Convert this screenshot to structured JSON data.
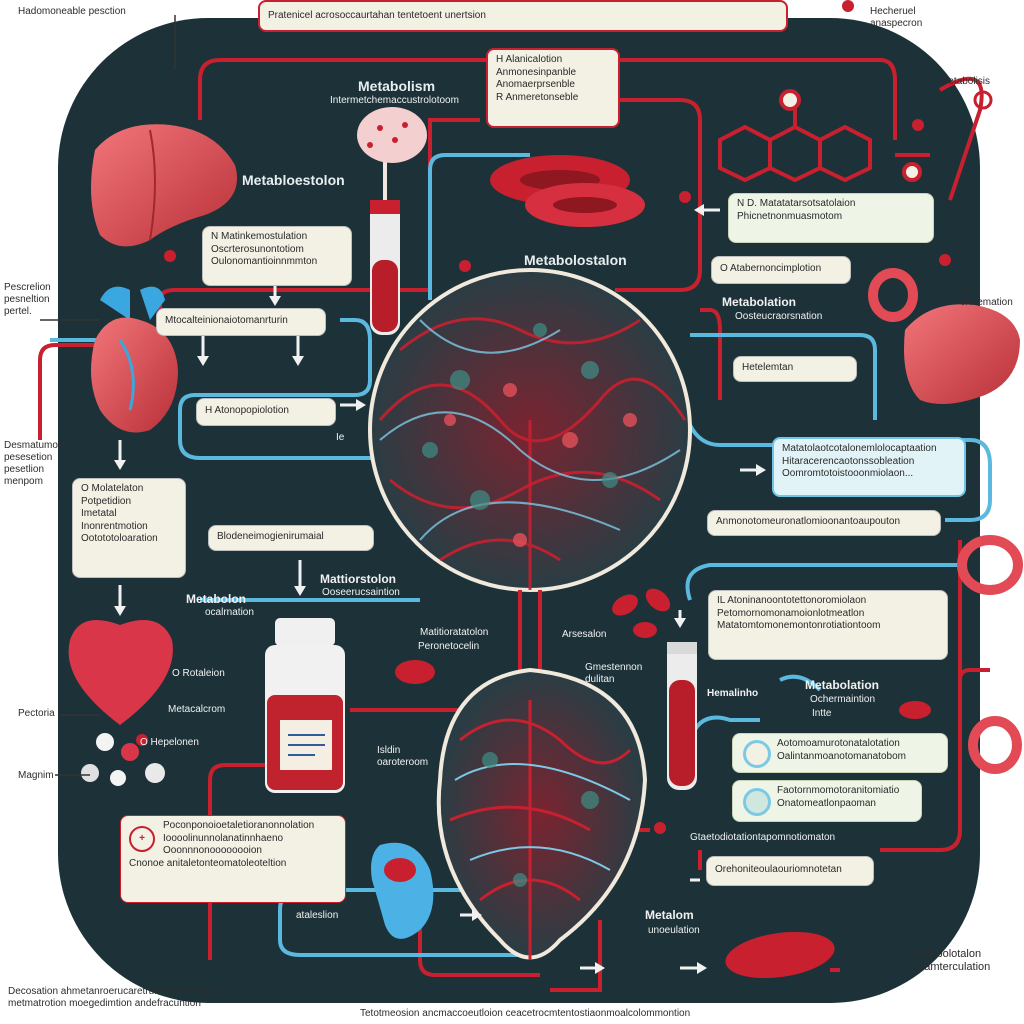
{
  "labels": {
    "top_left": "Hadomoneable pesction",
    "top_banner": "Pratenicel acrosoccaurtahan tentetoent unertsion",
    "top_right": "Hecheruel anaspecron",
    "metabolites_right": "Metabolisis",
    "metabolism_top": "Metabolism",
    "metabolism_top_sub": "Intermetchemaccustrolotoom",
    "methylation_left": "Metabloestolon",
    "center_title": "Metabolostalon",
    "left_parathion": "Pescrelion pesneltion pertel.",
    "left_derivative": "Desmatumon pesesetion pesetlion menpom",
    "middle_right": "Metabolation",
    "middle_right_sub": "Oosteucraorsnation",
    "right_hemo": "Hemalinho",
    "right_blood_ref": "im onrtemation",
    "letter_l": "Ie",
    "mid_left": "Mattiorstolon",
    "mid_left_sub": "Ooseerucsaintion",
    "mid_center": "Matitioratatolon",
    "mid_center_sub": "Peronetocelin",
    "acylation": "Arsesalon",
    "acylation_sub": "Gmestennon dulitan",
    "left_metabolism": "Metabolon",
    "left_metabolism_sub": "ocalrnation",
    "left_fedelin": "O Rotaleion",
    "left_measurement": "Metacalcrom",
    "right_metabolon": "Metabolation",
    "right_metabolon_sub": "Ochermaintion",
    "right_metabolon_sub2": "Intte",
    "left_fructa": "Pectoria",
    "left_magnesium": "Magnim",
    "left_hepatic": "O Hepelonen",
    "vial_label": "Isldin oaroteroom",
    "bottom_metabolon": "Metalom",
    "bottom_metabolon_sub": "unoeulation",
    "bottom_extra": "ataleslion",
    "bottom_right": "Metabolotalon anamterculation",
    "bottom_center_box": "Orehoniteoulaouriomnotetan",
    "bottom_center_small": "Gtaetodiotationtapomnotiomaton",
    "footer_left": "Decosation ahmetanroerucaretrunthun pescttion metmatrotion moegedimtion andefracuntion",
    "footer_center": "Tetotmeosion ancmaccoeutloion ceacetrocmtentostiaonmoalcolommontion"
  },
  "boxes": {
    "top_hydroxylation": [
      "H Alanicalotion",
      "Anmonesinpanble",
      "Anomaerprsenble",
      "R Anmeretonseble"
    ],
    "methyl_box": [
      "N Matinkemostulation",
      "Oscrterosunontotiom",
      "Oulonomantioinnmmton"
    ],
    "left_mid_box": "Mtocalteinionaiotomanrturin",
    "hydroxylation_box": "H Atonopopiolotion",
    "left_oxidation_box": [
      "O Molatelaton",
      "Potpetidion",
      "Imetatal",
      "Inonrentmotion",
      "Ootototoloaration"
    ],
    "hepatic_box": "Blodeneimogienirumaial",
    "methyl_right_box": [
      "N D. Matatatarsotsatolaion",
      "Phicnetnonmuasmotom"
    ],
    "oxidation_right_box": "O Atabernoncimplotion",
    "hematology_box": "Hetelemtan",
    "blue_box": [
      "Matatolaotcotalonemlolocaptaation",
      "Hitaracerencaotonssobleation",
      "Oomromtotoistooonmiolaon..."
    ],
    "long_box": "Anmonotomeuronatlomioonantoaupouton",
    "l_box": [
      "IL Atoninanoontotettonoromiolaon",
      "Petomornomonamoionlotmeatlon",
      "Matatomtomonemontonrotiationtoom"
    ],
    "green_box_1": [
      "Aotomoamurotonatalotation",
      "Oalintanmoanotomanatobom"
    ],
    "green_box_2": [
      "Faotornmomotoranitomiatio",
      "Onatomeatlonpaoman"
    ],
    "bottom_left_box": [
      "Poconponoioetaletioranonnolation",
      "Ioooolinunnolanatinnhaeno",
      "Ooonnnonoooooooion",
      "Cnonoe anitaletonteomatoleoteltion"
    ]
  },
  "icons": [
    "liver-icon",
    "heart-icon",
    "red-blood-cell-icon",
    "test-tube-icon",
    "vial-icon",
    "molecule-icon",
    "kidney-icon",
    "arrow-icon"
  ],
  "colors": {
    "background": "#1d3238",
    "artery": "#c8202f",
    "vein": "#5bb9df",
    "paper": "#f3f0e4",
    "organ_red": "#d94a4f"
  }
}
